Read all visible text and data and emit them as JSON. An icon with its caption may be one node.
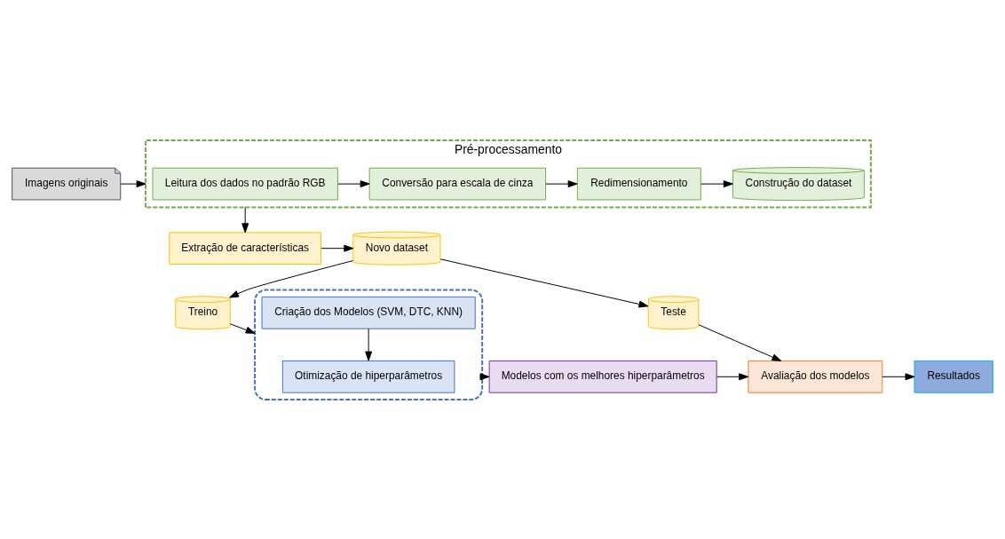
{
  "diagram": {
    "nodes": [
      {
        "text": [
          "Imagens originais"
        ]
      },
      {
        "text": [
          "Pré-processamento"
        ]
      },
      {
        "text": [
          "Leitura dos dados no padrão RGB"
        ],
        "in": 1
      },
      {
        "text": [
          "Conversão para escala de cinza"
        ],
        "in": 1
      },
      {
        "text": [
          "Redimensionamento"
        ],
        "in": 1
      },
      {
        "text": [
          "Construção do dataset"
        ],
        "in": 1
      },
      {
        "text": [
          "Extração de características"
        ]
      },
      {
        "text": [
          "Novo dataset"
        ]
      },
      {
        "text": [
          "Treino"
        ]
      },
      {
        "text": [
          "Teste"
        ]
      },
      {
        "text": [],
        "shape": "box"
      },
      {
        "text": [
          "Criação dos Modelos (SVM, DTC, KNN)"
        ],
        "in": 10
      },
      {
        "text": [
          "Otimização de hiperparâmetros"
        ],
        "in": 10
      },
      {
        "text": [
          "Modelos com os melhores hiperparâmetros"
        ]
      },
      {
        "text": [
          "Avaliação dos modelos"
        ]
      },
      {
        "text": [
          "Resultados"
        ]
      }
    ],
    "edges": [
      {
        "from": 0,
        "to": 1,
        "arrow": "to"
      },
      {
        "from": 2,
        "to": 3,
        "arrow": "to"
      },
      {
        "from": 3,
        "to": 4,
        "arrow": "to"
      },
      {
        "from": 4,
        "to": 5,
        "arrow": "to"
      },
      {
        "from": 1,
        "to": 6,
        "arrow": "to"
      },
      {
        "from": 6,
        "to": 7,
        "arrow": "to"
      },
      {
        "from": 7,
        "to": 8,
        "arrow": "to"
      },
      {
        "from": 7,
        "to": 9,
        "arrow": "to"
      },
      {
        "from": 8,
        "to": 10,
        "arrow": "to"
      },
      {
        "from": 11,
        "to": 12,
        "arrow": "to"
      },
      {
        "from": 10,
        "to": 13,
        "arrow": "to"
      },
      {
        "from": 13,
        "to": 14,
        "arrow": "to"
      },
      {
        "from": 14,
        "to": 15,
        "arrow": "to"
      },
      {
        "from": 9,
        "to": 14,
        "arrow": "to"
      }
    ]
  }
}
